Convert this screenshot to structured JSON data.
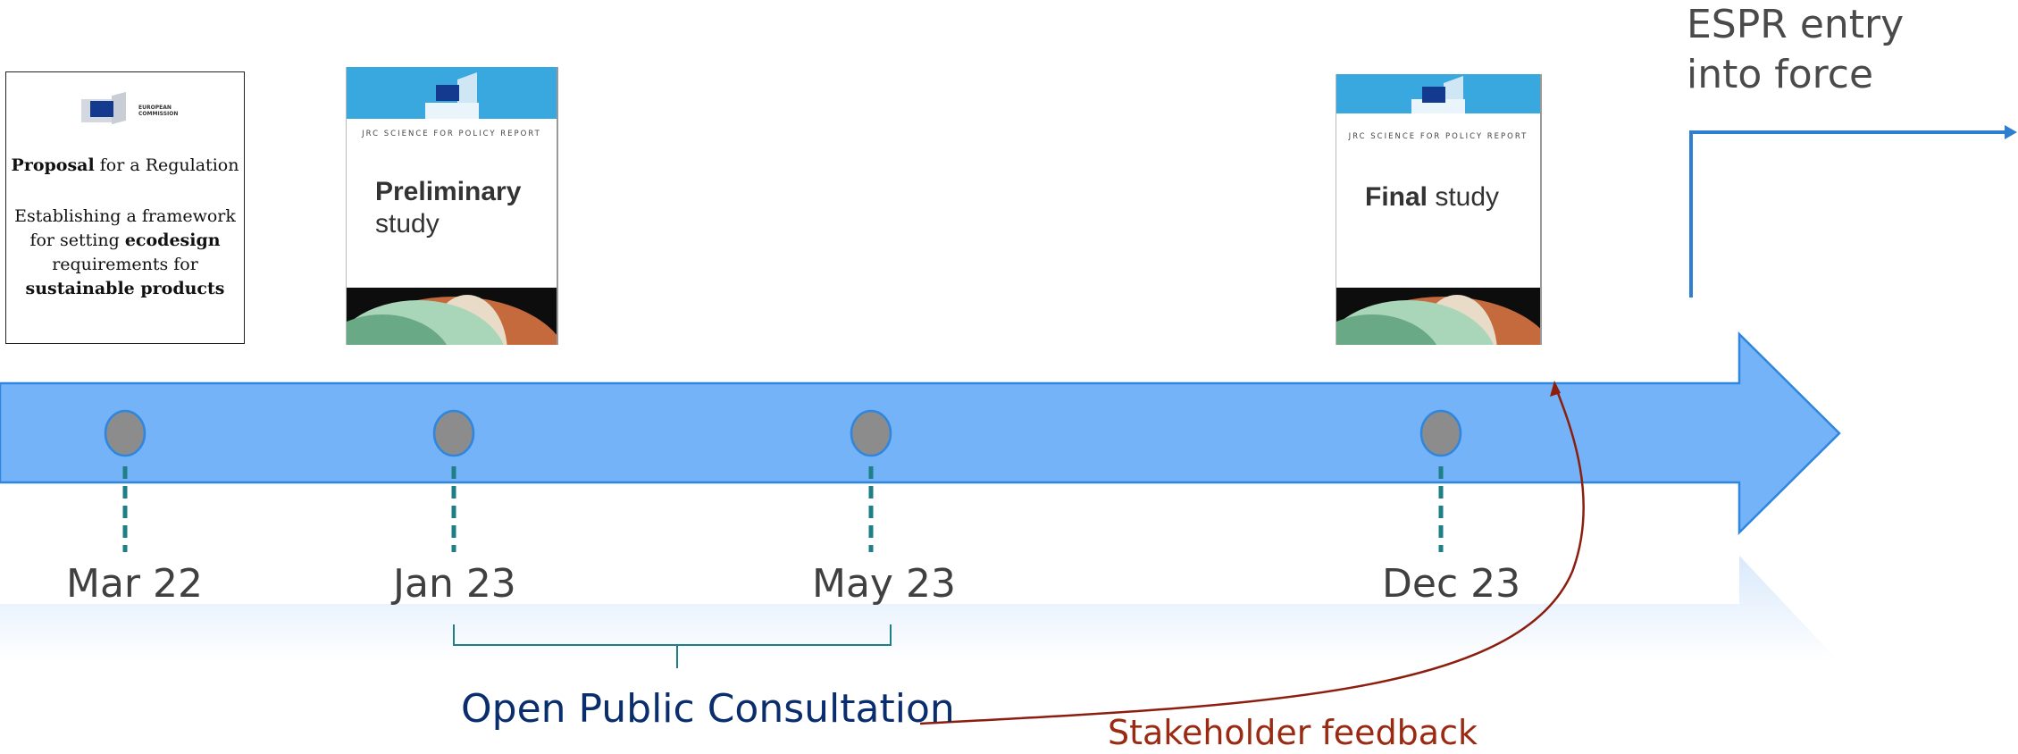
{
  "timeline": {
    "milestones": [
      {
        "date": "Mar 22"
      },
      {
        "date": "Jan 23"
      },
      {
        "date": "May 23"
      },
      {
        "date": "Dec 23"
      }
    ]
  },
  "proposal": {
    "logo_text_1": "EUROPEAN",
    "logo_text_2": "COMMISSION",
    "title_bold": "Proposal",
    "title_rest": " for a Regulation",
    "line1": "Establishing a framework",
    "line2_pre": "for setting ",
    "line2_bold": "ecodesign",
    "line3": "requirements for",
    "line4_bold": "sustainable products"
  },
  "reports": {
    "series_tag": "JRC SCIENCE FOR POLICY REPORT",
    "preliminary_bold": "Preliminary",
    "preliminary_rest": "study",
    "final_bold": "Final",
    "final_rest": " study"
  },
  "espr": {
    "line1": "ESPR entry",
    "line2": "into force"
  },
  "consultation": "Open Public Consultation",
  "feedback": "Stakeholder feedback",
  "colors": {
    "arrow_fill": "#74b3f8",
    "arrow_stroke": "#2e86de",
    "marker_fill": "#8c8c8c",
    "dash": "#1e7f86",
    "consultation": "#0a2d6e",
    "feedback": "#9b2a12",
    "espr_line": "#2e7fd0"
  }
}
